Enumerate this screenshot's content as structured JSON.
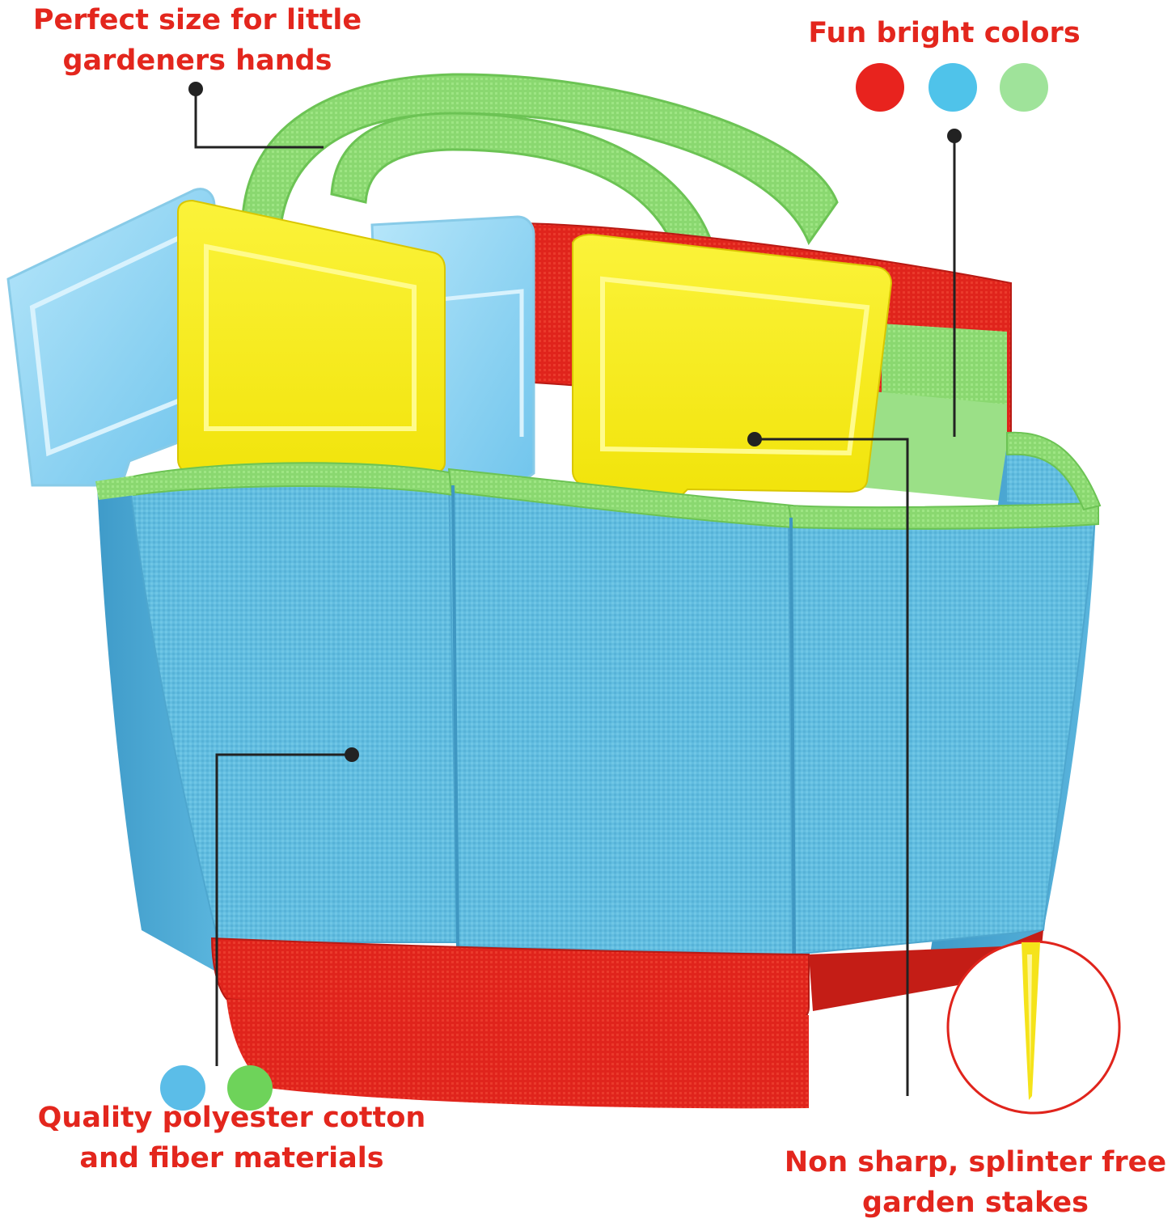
{
  "callouts": {
    "size": {
      "line1": "Perfect size for little",
      "line2": "gardeners hands"
    },
    "colors": {
      "line1": "Fun bright colors"
    },
    "material": {
      "line1": "Quality polyester cotton",
      "line2": "and fiber materials"
    },
    "stakes": {
      "line1": "Non sharp, splinter free",
      "line2": "garden stakes"
    }
  },
  "swatches": {
    "colors": [
      "#e8231e",
      "#4fc3ea",
      "#9fe39a"
    ],
    "material": [
      "#5bbde8",
      "#6ed35a"
    ]
  },
  "palette": {
    "caption_red": "#e3261d",
    "bag_blue": "#62bde0",
    "bag_red": "#e0241c",
    "trim_green": "#8ad870",
    "stake_yellow": "#f7ee1a",
    "stake_blue": "#8fd4f2"
  }
}
